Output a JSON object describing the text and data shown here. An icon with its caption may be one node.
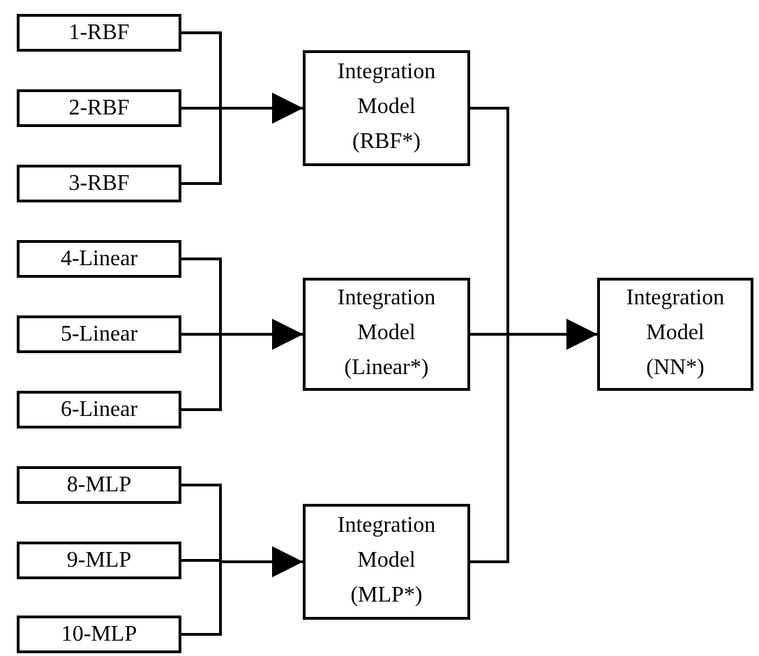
{
  "diagram": {
    "nodes": [
      {
        "text": [
          "1-RBF"
        ]
      },
      {
        "text": [
          "2-RBF"
        ]
      },
      {
        "text": [
          "3-RBF"
        ]
      },
      {
        "text": [
          "Integration Model (RBF*)"
        ]
      },
      {
        "text": [
          "4-Linear"
        ]
      },
      {
        "text": [
          "5-Linear"
        ]
      },
      {
        "text": [
          "6-Linear"
        ]
      },
      {
        "text": [
          "Integration Model (Linear*)"
        ]
      },
      {
        "text": [
          "Integration Model (NN*)"
        ]
      },
      {
        "text": [
          "8-MLP"
        ]
      },
      {
        "text": [
          "9-MLP"
        ]
      },
      {
        "text": [
          "10-MLP"
        ]
      },
      {
        "text": [
          "Integration Model (MLP*)"
        ]
      }
    ],
    "edges": [
      {
        "from": 0,
        "to": 3,
        "arrow": "to"
      },
      {
        "from": 1,
        "to": 3,
        "arrow": "to"
      },
      {
        "from": 2,
        "to": 3,
        "arrow": "to"
      },
      {
        "from": 4,
        "to": 7,
        "arrow": "to"
      },
      {
        "from": 5,
        "to": 7,
        "arrow": "to"
      },
      {
        "from": 6,
        "to": 7,
        "arrow": "to"
      },
      {
        "from": 9,
        "to": 12,
        "arrow": "to"
      },
      {
        "from": 10,
        "to": 12,
        "arrow": "to"
      },
      {
        "from": 11,
        "to": 12,
        "arrow": "to"
      },
      {
        "from": 3,
        "to": 8,
        "arrow": "to"
      },
      {
        "from": 7,
        "to": 8,
        "arrow": "to"
      },
      {
        "from": 12,
        "to": 8,
        "arrow": "to"
      }
    ]
  }
}
